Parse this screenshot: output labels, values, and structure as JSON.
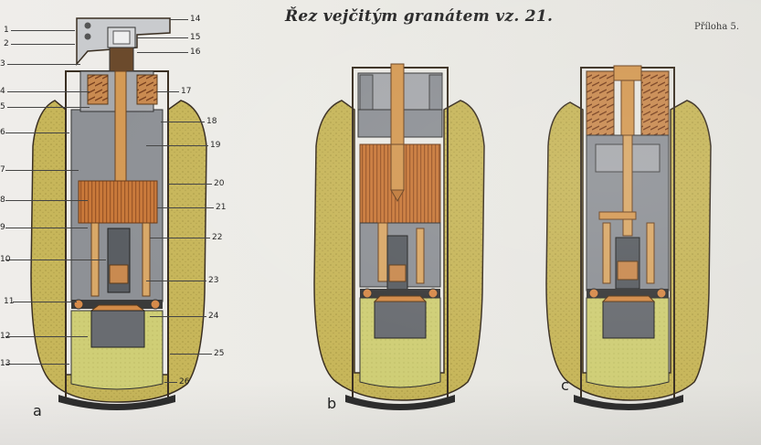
{
  "header": {
    "title": "Řez vejčitým granátem vz. 21.",
    "annex": "Příloha 5."
  },
  "figures": [
    {
      "letter": "a"
    },
    {
      "letter": "b"
    },
    {
      "letter": "c"
    }
  ],
  "callouts": {
    "left": [
      "1",
      "2",
      "3",
      "4",
      "5",
      "6",
      "7",
      "8",
      "9",
      "10",
      "11",
      "12",
      "13"
    ],
    "right": [
      "14",
      "15",
      "16",
      "17",
      "18",
      "19",
      "20",
      "21",
      "22",
      "23",
      "24",
      "25",
      "26"
    ]
  },
  "colors": {
    "body_olive": "#c8b85a",
    "copper": "#c47a3c",
    "steel": "#8e9196",
    "outline": "#3a2f22",
    "yellow_charge": "#cfd070"
  }
}
